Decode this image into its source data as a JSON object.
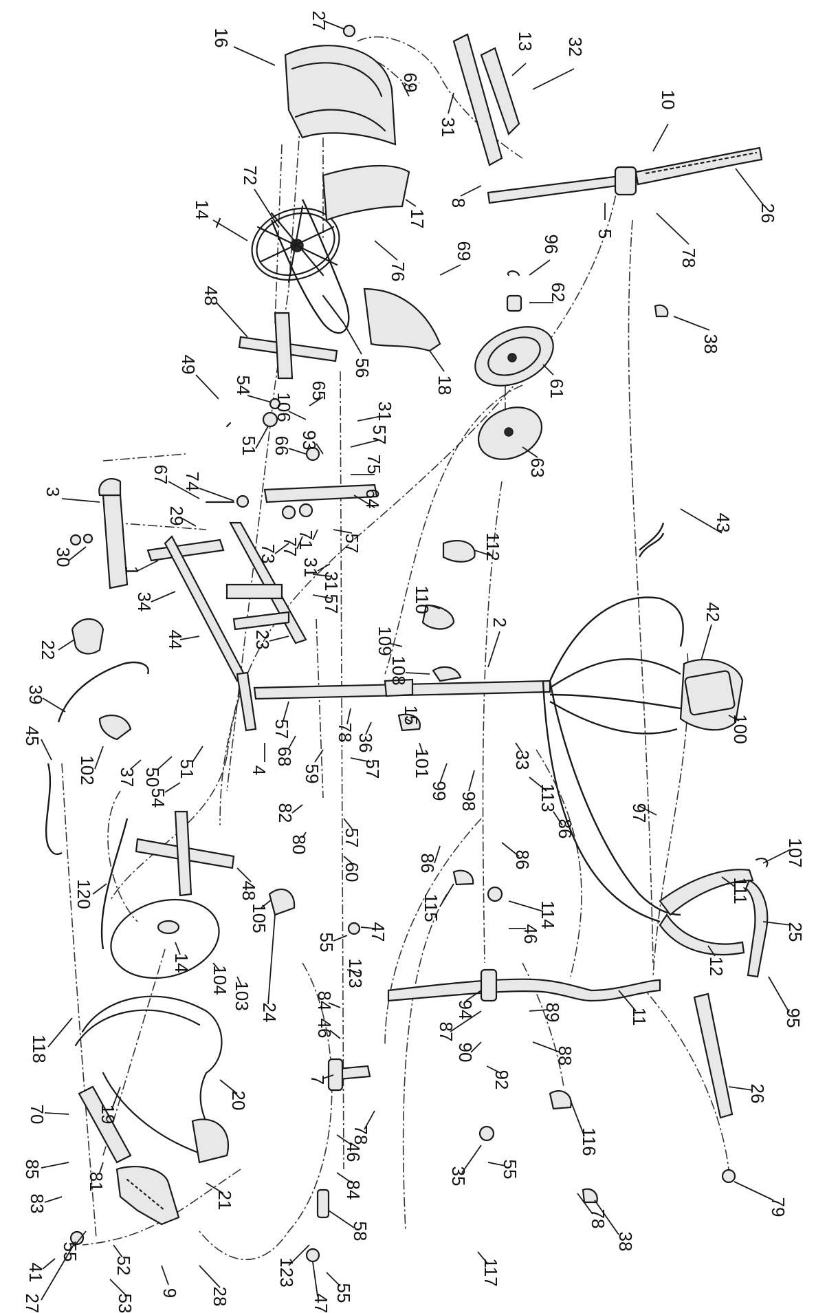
{
  "callouts": [
    {
      "id": "p27a",
      "text": "27"
    },
    {
      "id": "p16",
      "text": "16"
    },
    {
      "id": "p13",
      "text": "13"
    },
    {
      "id": "p32",
      "text": "32"
    },
    {
      "id": "p10",
      "text": "10"
    },
    {
      "id": "p69a",
      "text": "69"
    },
    {
      "id": "p31a",
      "text": "31"
    },
    {
      "id": "p8",
      "text": "8"
    },
    {
      "id": "p5",
      "text": "5"
    },
    {
      "id": "p26a",
      "text": "26"
    },
    {
      "id": "p72",
      "text": "72"
    },
    {
      "id": "p17",
      "text": "17"
    },
    {
      "id": "p78a",
      "text": "78"
    },
    {
      "id": "p14a",
      "text": "14"
    },
    {
      "id": "p76",
      "text": "76"
    },
    {
      "id": "p69b",
      "text": "69"
    },
    {
      "id": "p96",
      "text": "96"
    },
    {
      "id": "p62",
      "text": "62"
    },
    {
      "id": "p38a",
      "text": "38"
    },
    {
      "id": "p48a",
      "text": "48"
    },
    {
      "id": "p56",
      "text": "56"
    },
    {
      "id": "p18",
      "text": "18"
    },
    {
      "id": "p61",
      "text": "61"
    },
    {
      "id": "p49",
      "text": "49"
    },
    {
      "id": "p54a",
      "text": "54"
    },
    {
      "id": "p106",
      "text": "106"
    },
    {
      "id": "p65",
      "text": "65"
    },
    {
      "id": "p31b",
      "text": "31"
    },
    {
      "id": "p51a",
      "text": "51"
    },
    {
      "id": "p66",
      "text": "66"
    },
    {
      "id": "p93",
      "text": "93"
    },
    {
      "id": "p57a",
      "text": "57"
    },
    {
      "id": "p63",
      "text": "63"
    },
    {
      "id": "p67",
      "text": "67"
    },
    {
      "id": "p74",
      "text": "74"
    },
    {
      "id": "p75",
      "text": "75"
    },
    {
      "id": "p64",
      "text": "64"
    },
    {
      "id": "p3",
      "text": "3"
    },
    {
      "id": "p29",
      "text": "29"
    },
    {
      "id": "p57b",
      "text": "57"
    },
    {
      "id": "p43",
      "text": "43"
    },
    {
      "id": "p73",
      "text": "73"
    },
    {
      "id": "p77",
      "text": "77"
    },
    {
      "id": "p71",
      "text": "71"
    },
    {
      "id": "p31c",
      "text": "31"
    },
    {
      "id": "p30",
      "text": "30"
    },
    {
      "id": "p1",
      "text": "1"
    },
    {
      "id": "p112",
      "text": "112"
    },
    {
      "id": "p31d",
      "text": "31"
    },
    {
      "id": "p57c",
      "text": "57"
    },
    {
      "id": "p34",
      "text": "34"
    },
    {
      "id": "p2",
      "text": "2"
    },
    {
      "id": "p110",
      "text": "110"
    },
    {
      "id": "p22",
      "text": "22"
    },
    {
      "id": "p44",
      "text": "44"
    },
    {
      "id": "p23",
      "text": "23"
    },
    {
      "id": "p109",
      "text": "109"
    },
    {
      "id": "p42",
      "text": "42"
    },
    {
      "id": "p108",
      "text": "108"
    },
    {
      "id": "p39",
      "text": "39"
    },
    {
      "id": "p100",
      "text": "100"
    },
    {
      "id": "p57d",
      "text": "57"
    },
    {
      "id": "p78b",
      "text": "78"
    },
    {
      "id": "p36",
      "text": "36"
    },
    {
      "id": "p15",
      "text": "15"
    },
    {
      "id": "p45",
      "text": "45"
    },
    {
      "id": "p102",
      "text": "102"
    },
    {
      "id": "p37",
      "text": "37"
    },
    {
      "id": "p50",
      "text": "50"
    },
    {
      "id": "p51b",
      "text": "51"
    },
    {
      "id": "p54b",
      "text": "54"
    },
    {
      "id": "p4",
      "text": "4"
    },
    {
      "id": "p68",
      "text": "68"
    },
    {
      "id": "p59",
      "text": "59"
    },
    {
      "id": "p57e",
      "text": "57"
    },
    {
      "id": "p101",
      "text": "101"
    },
    {
      "id": "p99",
      "text": "99"
    },
    {
      "id": "p98",
      "text": "98"
    },
    {
      "id": "p33",
      "text": "33"
    },
    {
      "id": "p113",
      "text": "113"
    },
    {
      "id": "p97",
      "text": "97"
    },
    {
      "id": "p107",
      "text": "107"
    },
    {
      "id": "p82",
      "text": "82"
    },
    {
      "id": "p57f",
      "text": "57"
    },
    {
      "id": "p86a",
      "text": "86"
    },
    {
      "id": "p86b",
      "text": "86"
    },
    {
      "id": "p86c",
      "text": "86"
    },
    {
      "id": "p80",
      "text": "80"
    },
    {
      "id": "p60",
      "text": "60"
    },
    {
      "id": "p115",
      "text": "115"
    },
    {
      "id": "p111",
      "text": "111"
    },
    {
      "id": "p120",
      "text": "120"
    },
    {
      "id": "p48b",
      "text": "48"
    },
    {
      "id": "p105",
      "text": "105"
    },
    {
      "id": "p55a",
      "text": "55"
    },
    {
      "id": "p47a",
      "text": "47"
    },
    {
      "id": "p114",
      "text": "114"
    },
    {
      "id": "p46a",
      "text": "46"
    },
    {
      "id": "p25",
      "text": "25"
    },
    {
      "id": "p12",
      "text": "12"
    },
    {
      "id": "p14b",
      "text": "14"
    },
    {
      "id": "p104",
      "text": "104"
    },
    {
      "id": "p103",
      "text": "103"
    },
    {
      "id": "p24",
      "text": "24"
    },
    {
      "id": "p123a",
      "text": "123"
    },
    {
      "id": "p84a",
      "text": "84"
    },
    {
      "id": "p94",
      "text": "94"
    },
    {
      "id": "p87",
      "text": "87"
    },
    {
      "id": "p89",
      "text": "89"
    },
    {
      "id": "p95",
      "text": "95"
    },
    {
      "id": "p11",
      "text": "11"
    },
    {
      "id": "p118",
      "text": "118"
    },
    {
      "id": "p46b",
      "text": "46"
    },
    {
      "id": "p90",
      "text": "90"
    },
    {
      "id": "p88",
      "text": "88"
    },
    {
      "id": "p92",
      "text": "92"
    },
    {
      "id": "p7",
      "text": "7"
    },
    {
      "id": "p20",
      "text": "20"
    },
    {
      "id": "p70",
      "text": "70"
    },
    {
      "id": "p19",
      "text": "19"
    },
    {
      "id": "p26b",
      "text": "26"
    },
    {
      "id": "p78c",
      "text": "78"
    },
    {
      "id": "p116",
      "text": "116"
    },
    {
      "id": "p46c",
      "text": "46"
    },
    {
      "id": "p55b",
      "text": "55"
    },
    {
      "id": "p85",
      "text": "85"
    },
    {
      "id": "p35",
      "text": "35"
    },
    {
      "id": "p84b",
      "text": "84"
    },
    {
      "id": "p79",
      "text": "79"
    },
    {
      "id": "p81",
      "text": "81"
    },
    {
      "id": "p83",
      "text": "83"
    },
    {
      "id": "p21",
      "text": "21"
    },
    {
      "id": "p78d",
      "text": "78"
    },
    {
      "id": "p38b",
      "text": "38"
    },
    {
      "id": "p58",
      "text": "58"
    },
    {
      "id": "p117",
      "text": "117"
    },
    {
      "id": "p52",
      "text": "52"
    },
    {
      "id": "p55c",
      "text": "55"
    },
    {
      "id": "p123b",
      "text": "123"
    },
    {
      "id": "p41",
      "text": "41"
    },
    {
      "id": "p9",
      "text": "9"
    },
    {
      "id": "p28",
      "text": "28"
    },
    {
      "id": "p55d",
      "text": "55"
    },
    {
      "id": "p27b",
      "text": "27"
    },
    {
      "id": "p53",
      "text": "53"
    },
    {
      "id": "p47b",
      "text": "47"
    }
  ]
}
